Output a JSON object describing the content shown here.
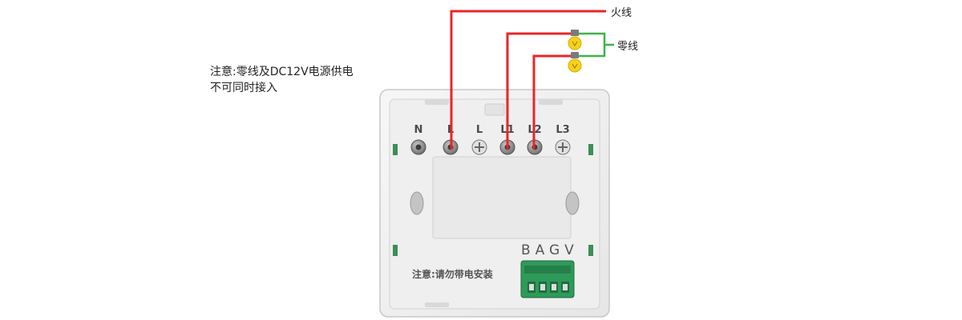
{
  "note": {
    "line1": "注意:零线及DC12V电源供电",
    "line2": "不可同时接入"
  },
  "wires": {
    "live_label": "火线",
    "neutral_label": "零线"
  },
  "terminals": [
    "N",
    "L",
    "L",
    "L1",
    "L2",
    "L3"
  ],
  "panel": {
    "bus_label": "BAGV",
    "warning": "注意:请勿带电安装"
  },
  "colors": {
    "live_wire": "#e8262a",
    "neutral_wire": "#3db34a",
    "panel": "#f2f2f2",
    "terminal_block": "#2e9a5a",
    "bulb": "#f5d21a"
  }
}
